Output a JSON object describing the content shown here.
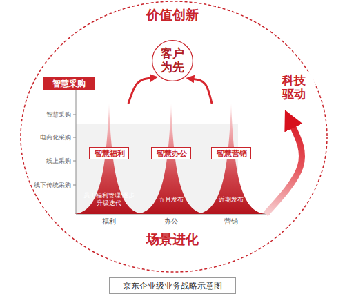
{
  "diagram": {
    "caption": "京东企业级业务战略示意图",
    "nodes": [
      {
        "text": [
          "客户 为先"
        ]
      },
      {
        "text": [
          "智慧采购"
        ]
      },
      {
        "text": [
          "员工福利管理 逐步升级迭代",
          "福利"
        ]
      },
      {
        "text": [
          "智慧福利"
        ],
        "in": 2
      },
      {
        "text": [
          "五月发布",
          "办公"
        ]
      },
      {
        "text": [
          "智慧办公"
        ],
        "in": 4
      },
      {
        "text": [
          "近期发布",
          "营销"
        ]
      },
      {
        "text": [
          "智慧营销"
        ],
        "in": 6
      },
      {
        "text": [
          "科技 驱动"
        ]
      }
    ],
    "edges": [
      {
        "from": 2,
        "to": 0,
        "arrow": "to"
      },
      {
        "from": 6,
        "to": 0,
        "arrow": "to"
      },
      {
        "from": 6,
        "to": 8,
        "arrow": "to"
      }
    ],
    "labels": [
      "价值创新",
      "场景进化",
      "智慧采购",
      "电商化采购",
      "线上采购",
      "线下传统采购"
    ]
  }
}
